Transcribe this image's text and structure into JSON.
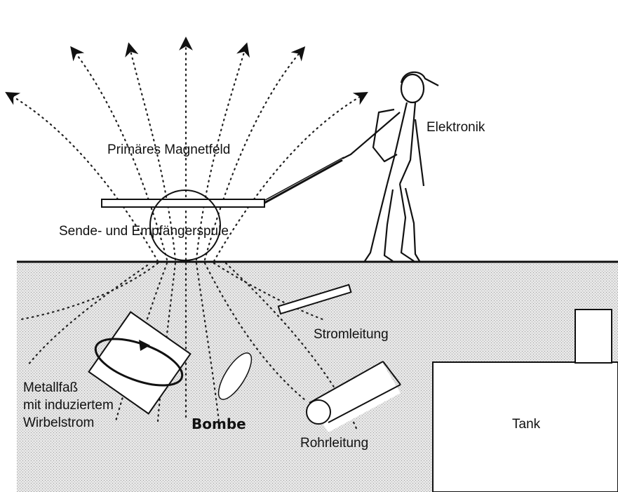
{
  "labels": {
    "primary_field": "Primäres Magnetfeld",
    "coil": "Sende- und Empfängerspule",
    "electronics": "Elektronik",
    "power_line": "Stromleitung",
    "barrel_line1": "Metallfaß",
    "barrel_line2": "mit induziertem",
    "barrel_line3": "Wirbelstrom",
    "bomb": "Bombe",
    "pipe": "Rohrleitung",
    "tank": "Tank"
  },
  "colors": {
    "ground": "#dcdcdc",
    "ink": "#111111",
    "object_fill": "#ffffff"
  }
}
